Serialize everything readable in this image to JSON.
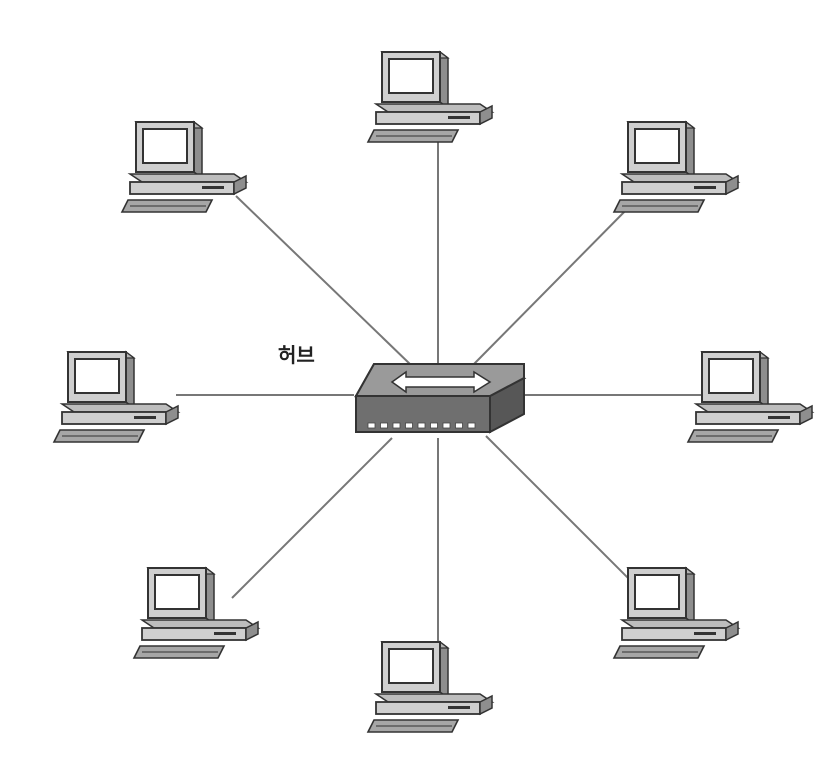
{
  "hub": {
    "label": "허브",
    "port_count": 9
  },
  "computers": [
    {
      "name": "computer-top"
    },
    {
      "name": "computer-top-right"
    },
    {
      "name": "computer-right"
    },
    {
      "name": "computer-bottom-right"
    },
    {
      "name": "computer-bottom"
    },
    {
      "name": "computer-bottom-left"
    },
    {
      "name": "computer-left"
    },
    {
      "name": "computer-top-left"
    }
  ],
  "colors": {
    "line": "#777777",
    "outline": "#333333",
    "monitor_fill": "#cfcfcf",
    "monitor_dark": "#8e8e8e",
    "screen": "#ffffff",
    "hub_top": "#9a9a9a",
    "hub_front": "#6f6f6f",
    "hub_side": "#575757",
    "port": "#ffffff"
  }
}
